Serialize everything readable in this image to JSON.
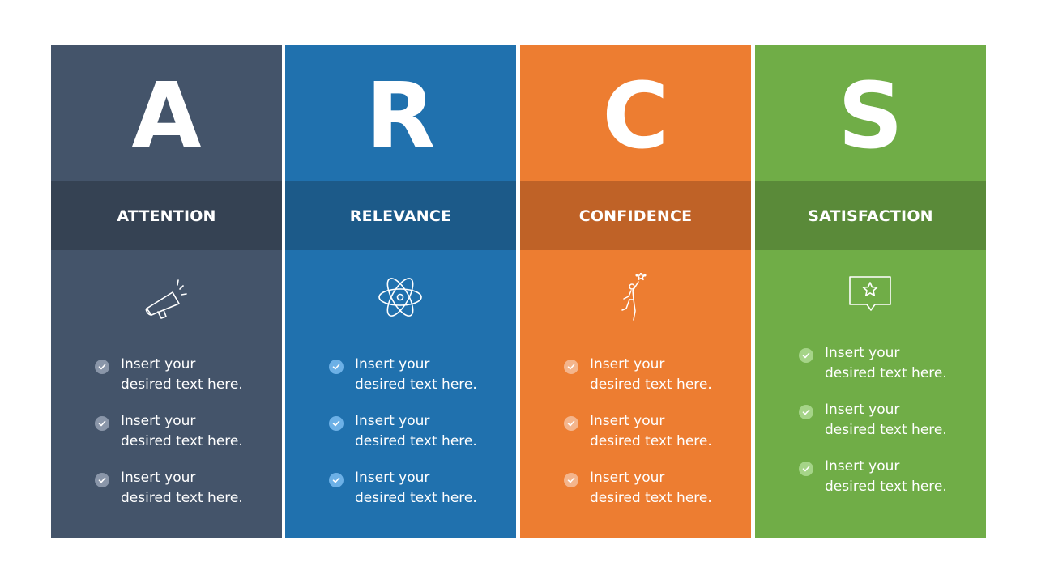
{
  "columns": [
    {
      "letter": "A",
      "title": "ATTENTION",
      "icon": "megaphone-icon",
      "colors": {
        "main": "#44546A",
        "band": "#354253",
        "check": "#8A96A9"
      },
      "items": [
        "Insert your desired text here.",
        "Insert your desired text here.",
        "Insert your desired text here."
      ]
    },
    {
      "letter": "R",
      "title": "RELEVANCE",
      "icon": "atom-icon",
      "colors": {
        "main": "#2071AE",
        "band": "#1C5A89",
        "check": "#6CB0E6"
      },
      "items": [
        "Insert your desired text here.",
        "Insert your desired text here.",
        "Insert your desired text here."
      ]
    },
    {
      "letter": "C",
      "title": "CONFIDENCE",
      "icon": "reaching-star-icon",
      "colors": {
        "main": "#ED7D31",
        "band": "#BF6227",
        "check": "#F4B58C"
      },
      "items": [
        "Insert your desired text here.",
        "Insert your desired text here.",
        "Insert your desired text here."
      ]
    },
    {
      "letter": "S",
      "title": "SATISFACTION",
      "icon": "star-speech-bubble-icon",
      "colors": {
        "main": "#70AD47",
        "band": "#5A8A39",
        "check": "#A5D488"
      },
      "items": [
        "Insert your desired text here.",
        "Insert your desired text here.",
        "Insert your desired text here."
      ]
    }
  ]
}
